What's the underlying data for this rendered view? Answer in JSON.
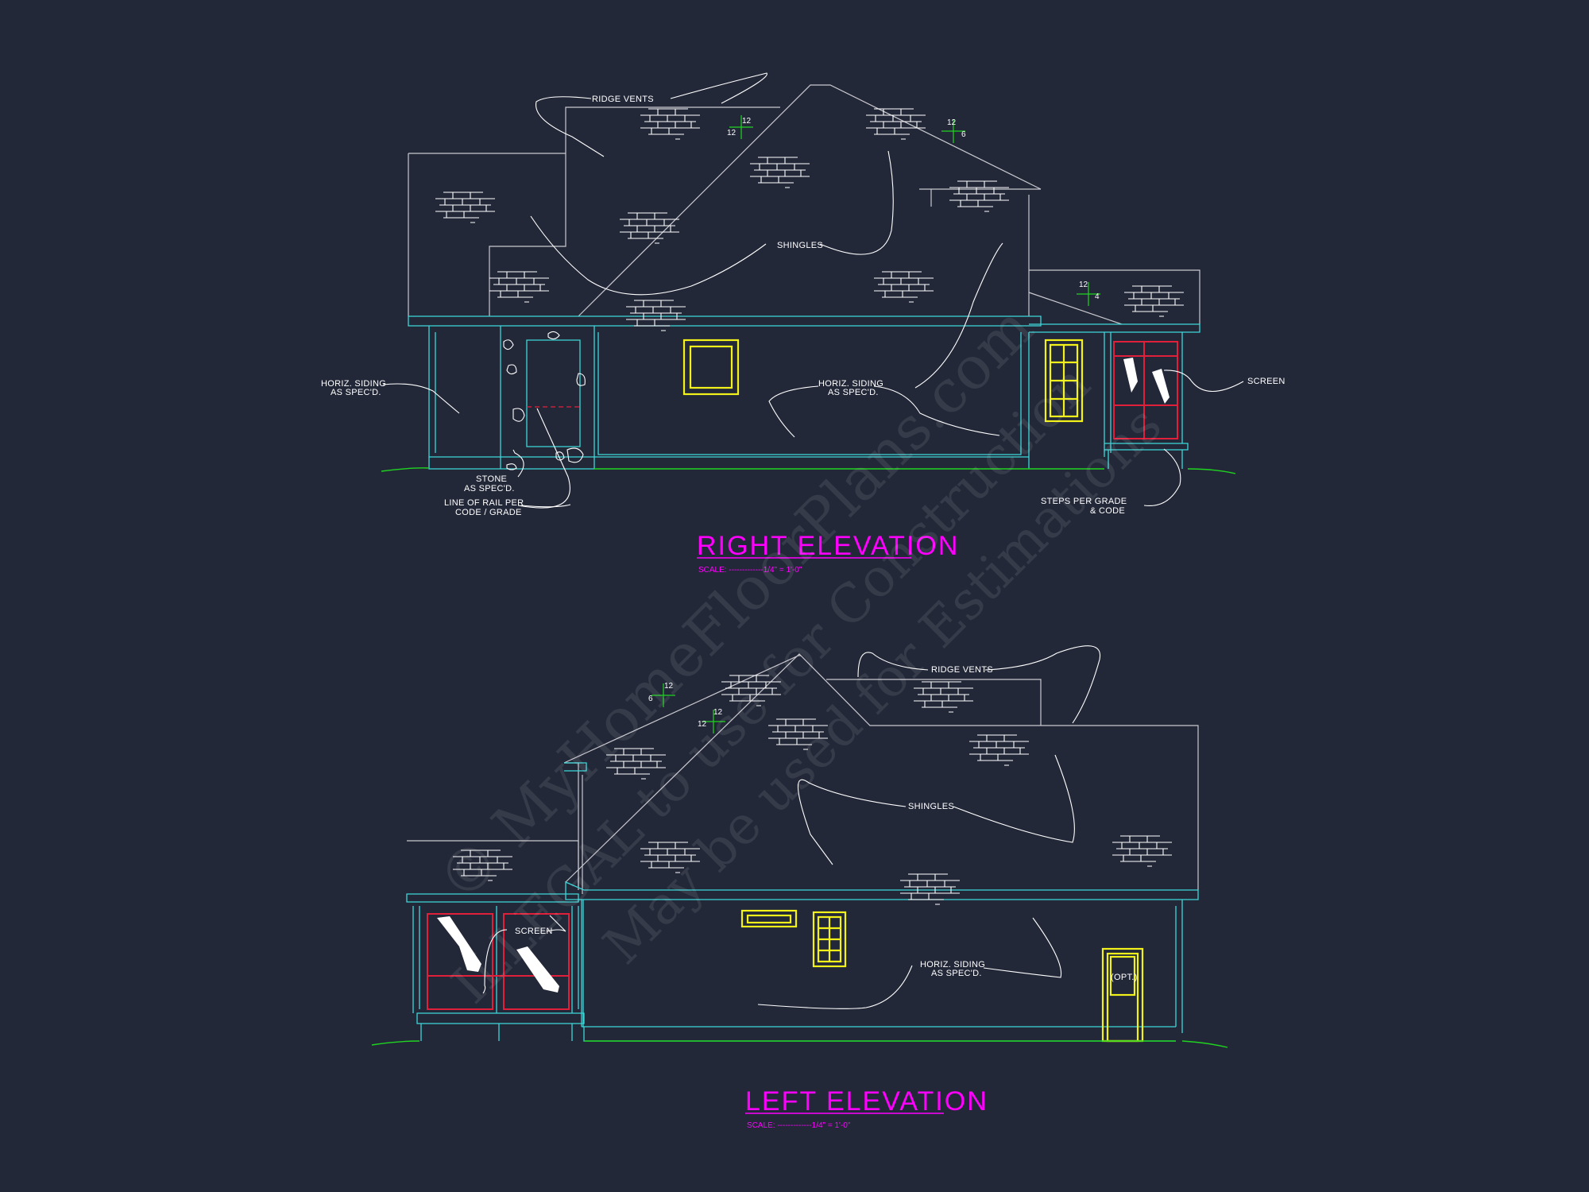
{
  "sheet": {
    "background": "#232839",
    "title_color": "#ff00ff",
    "trim_color": "#3bd7d7",
    "window_color": "#f2f21a",
    "screen_frame_color": "#e0203a",
    "ground_color": "#1fd41f"
  },
  "right_elevation": {
    "title": "RIGHT ELEVATION",
    "scale": "SCALE: -------------1/4\" = 1'-0\"",
    "labels": {
      "ridge_vents": "RIDGE VENTS",
      "shingles": "SHINGLES",
      "siding_left_1": "HORIZ. SIDING",
      "siding_left_2": "AS SPEC'D.",
      "siding_mid_1": "HORIZ. SIDING",
      "siding_mid_2": "AS SPEC'D.",
      "screen": "SCREEN",
      "stone_1": "STONE",
      "stone_2": "AS SPEC'D.",
      "rail_1": "LINE OF RAIL PER",
      "rail_2": "CODE / GRADE",
      "steps_1": "STEPS PER GRADE",
      "steps_2": "& CODE"
    },
    "pitches": {
      "p1_run": "12",
      "p1_rise": "12",
      "p2_run": "12",
      "p2_rise": "6",
      "p3_run": "12",
      "p3_rise": "4"
    }
  },
  "left_elevation": {
    "title": "LEFT ELEVATION",
    "scale": "SCALE: -------------1/4\" = 1'-0\"",
    "labels": {
      "ridge_vents": "RIDGE VENTS",
      "shingles": "SHINGLES",
      "screen": "SCREEN",
      "siding_1": "HORIZ. SIDING",
      "siding_2": "AS SPEC'D.",
      "door_opt": "(OPT.)"
    },
    "pitches": {
      "p1_run": "12",
      "p1_rise": "6",
      "p2_run": "12",
      "p2_rise": "12"
    }
  },
  "watermark": {
    "line1": "© MyHomeFloorPlans.com",
    "line2": "ILLEGAL to use for Construction",
    "line3": "May be used for Estimations"
  }
}
